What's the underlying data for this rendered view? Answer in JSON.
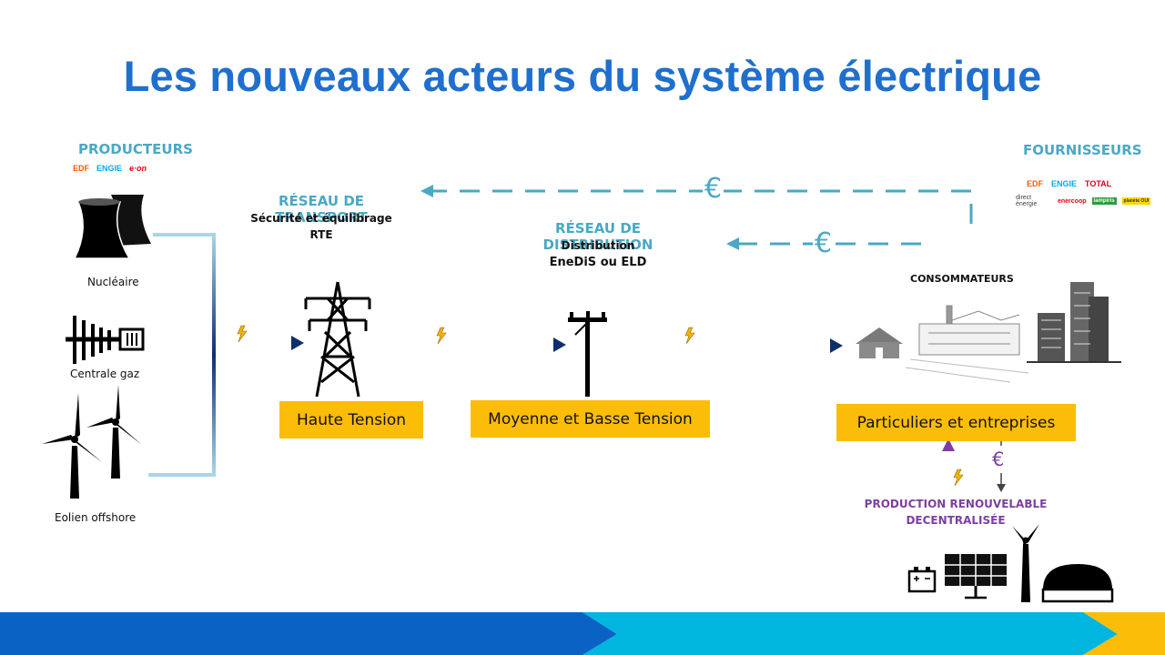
{
  "title": "Les nouveaux acteurs du système électrique",
  "producteurs": {
    "heading": "PRODUCTEURS",
    "logos": [
      "EDF",
      "ENGIE",
      "e·on"
    ],
    "sources": {
      "nucleaire": "Nucléaire",
      "gaz": "Centrale gaz",
      "eolien": "Eolien offshore"
    }
  },
  "transport": {
    "heading": "RÉSEAU DE TRANSPORT",
    "subtitle": "Sécurité et équilibrage",
    "operator": "RTE",
    "box": "Haute Tension"
  },
  "distribution": {
    "heading": "RÉSEAU DE DISTRIBUTION",
    "subtitle": "Distribution",
    "operator": "EneDiS ou ELD",
    "box": "Moyenne et Basse Tension"
  },
  "fournisseurs": {
    "heading": "FOURNISSEURS",
    "logos": [
      "EDF",
      "ENGIE",
      "TOTAL",
      "direct énergie",
      "enercoop",
      "lampiris",
      "planète OUI"
    ]
  },
  "consommateurs": {
    "heading": "CONSOMMATEURS",
    "box": "Particuliers et entreprises"
  },
  "decentralise": {
    "line1": "PRODUCTION RENOUVELABLE",
    "line2": "DECENTRALISÉE"
  },
  "money": {
    "symbol_top": "€",
    "symbol_mid": "€",
    "symbol_local": "€"
  },
  "colors": {
    "title": "#1f6fcf",
    "heading": "#4aa8c4",
    "box": "#fcbd08",
    "purple": "#7d3fa0",
    "navy": "#0e2f6b",
    "footer_blue": "#0a63c4",
    "footer_cyan": "#00b5de",
    "footer_yellow": "#fcbd08"
  }
}
